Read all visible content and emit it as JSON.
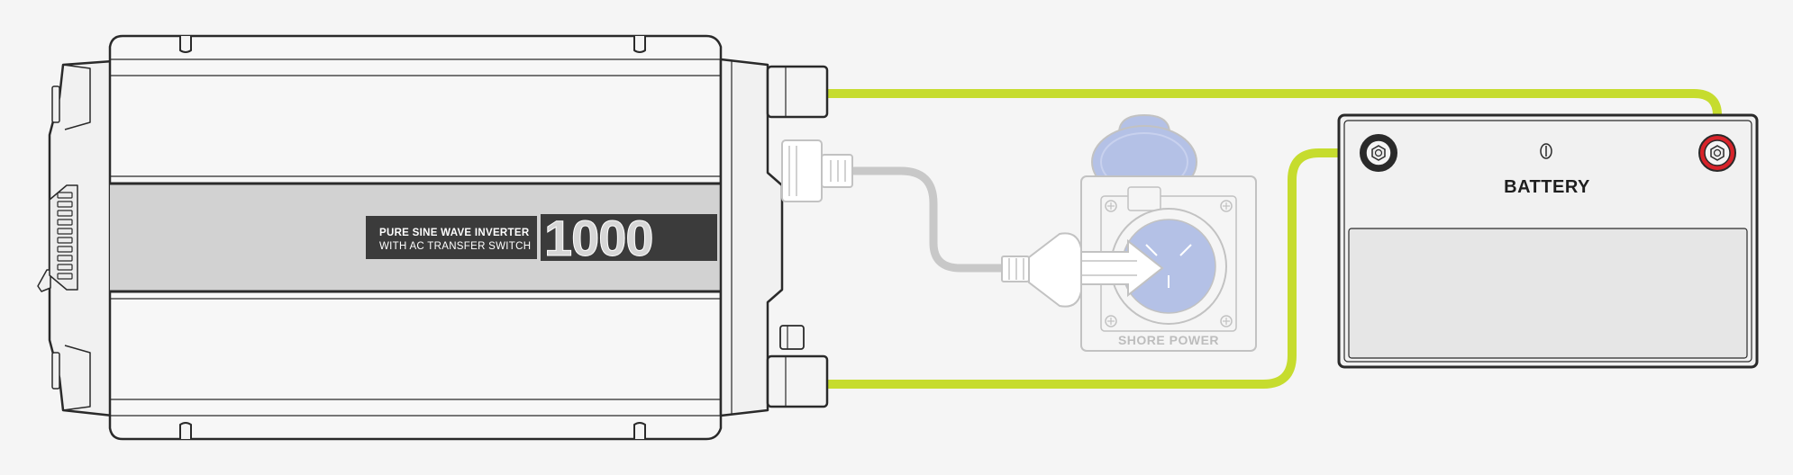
{
  "inverter": {
    "label_line1": "PURE SINE WAVE INVERTER",
    "label_line2": "WITH AC TRANSFER SWITCH",
    "model_number": "1000"
  },
  "shore_power": {
    "label": "SHORE POWER"
  },
  "battery": {
    "label": "BATTERY"
  },
  "colors": {
    "background": "#f5f5f5",
    "cable_dc": "#c6dc2e",
    "cable_ac": "#c8c8c8",
    "outline": "#2a2a2a",
    "body_fill": "#f7f7f7",
    "label_band": "#d2d2d2",
    "label_box": "#3b3b3b",
    "outlet_blue": "#b4c1e6",
    "terminal_positive": "#d8232a"
  }
}
